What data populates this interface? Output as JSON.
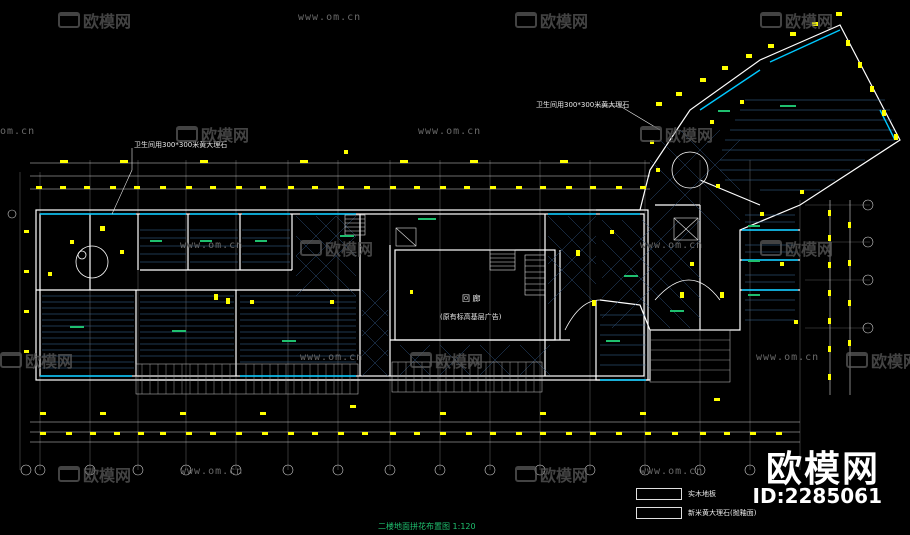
{
  "drawing": {
    "title": "二楼地面拼花布置图 1:120",
    "note_left": "卫生间用300*300米黄大理石",
    "note_right": "卫生间用300*300米黄大理石",
    "hall_label": "回  廊",
    "hall_sub": "(原有标高基层广告)",
    "legend": [
      {
        "label": "实木地板"
      },
      {
        "label": "新米黄大理石(抛釉面)"
      }
    ]
  },
  "watermark": {
    "site_cn": "欧模网",
    "url": "www.om.cn",
    "url_short": "om.cn",
    "brand": "欧模网",
    "id": "ID:2285061"
  },
  "colors": {
    "background": "#000000",
    "walls": "#ffffff",
    "dimension": "#ffff00",
    "accent": "#00c8ff",
    "grid": "#3c6ea0",
    "label": "#1fbf6f"
  }
}
